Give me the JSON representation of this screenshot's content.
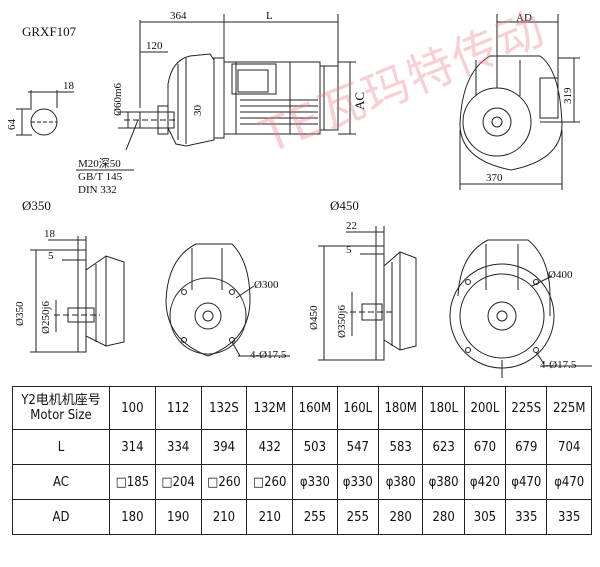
{
  "labels": {
    "model": "GRXF107",
    "dim_364": "364",
    "dim_L": "L",
    "dim_120": "120",
    "dim_60": "Ø60m6",
    "dim_30": "30",
    "dim_AC": "AC",
    "dim_18_top": "18",
    "dim_64": "64",
    "thread_1": "M20深50",
    "thread_2": "GB/T 145",
    "thread_3": "DIN 332",
    "dim_AD": "AD",
    "dim_319": "319",
    "dim_370": "370",
    "sect_350": "Ø350",
    "sect_450": "Ø450",
    "dim_18_mid": "18",
    "dim_5_left": "5",
    "dim_350_left": "Ø350",
    "dim_250": "Ø250j6",
    "dim_300": "Ø300",
    "dim_holes_left": "4-Ø17.5",
    "dim_22": "22",
    "dim_5_right": "5",
    "dim_450": "Ø450",
    "dim_350_right": "Ø350j6",
    "dim_400": "Ø400",
    "dim_holes_right": "4-Ø17.5"
  },
  "watermark": "TE瓦玛特传动",
  "table": {
    "header_line1": "Y2电机机座号",
    "header_line2": "Motor Size",
    "sizes": [
      "100",
      "112",
      "132S",
      "132M",
      "160M",
      "160L",
      "180M",
      "180L",
      "200L",
      "225S",
      "225M"
    ],
    "rows": [
      {
        "label": "L",
        "values": [
          "314",
          "334",
          "394",
          "432",
          "503",
          "547",
          "583",
          "623",
          "670",
          "679",
          "704"
        ]
      },
      {
        "label": "AC",
        "values": [
          "□185",
          "□204",
          "□260",
          "□260",
          "φ330",
          "φ330",
          "φ380",
          "φ380",
          "φ420",
          "φ470",
          "φ470"
        ]
      },
      {
        "label": "AD",
        "values": [
          "180",
          "190",
          "210",
          "210",
          "255",
          "255",
          "280",
          "280",
          "305",
          "335",
          "335"
        ]
      }
    ]
  },
  "colors": {
    "line": "#222222",
    "watermark": "#eb7882"
  }
}
